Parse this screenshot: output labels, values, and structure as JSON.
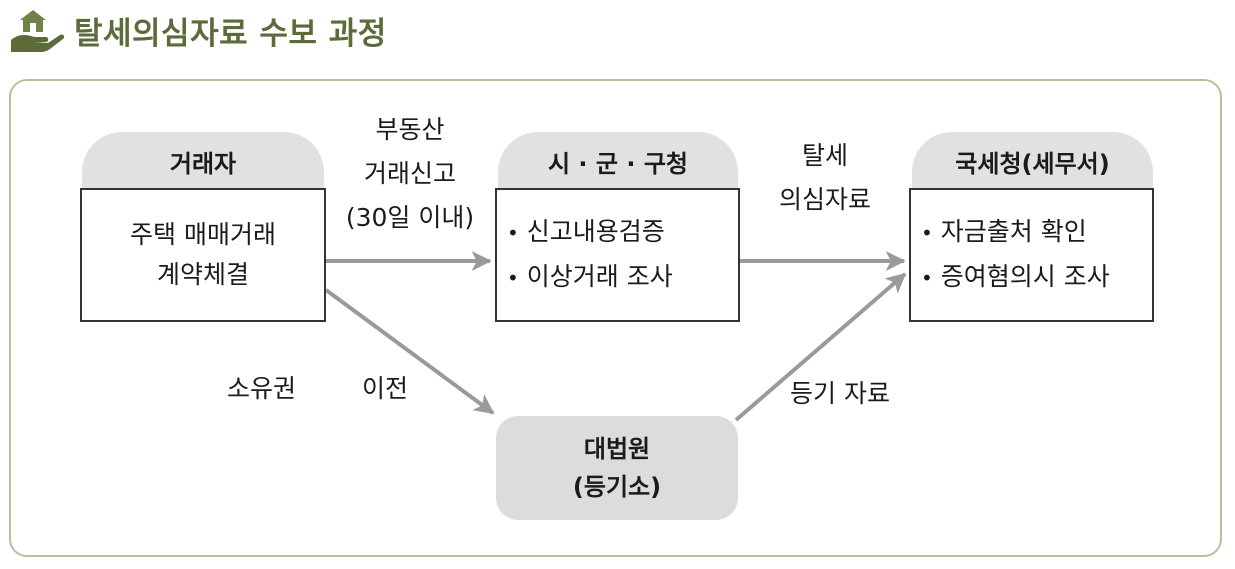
{
  "header": {
    "title": "탈세의심자료 수보 과정",
    "icon": "hand-holding-house-icon",
    "accent_color": "#5b6b3a"
  },
  "diagram": {
    "nodes": {
      "trader": {
        "title": "거래자",
        "lines": [
          "주택 매매거래",
          "계약체결"
        ]
      },
      "local_gov": {
        "title": "시 · 군 · 구청",
        "items": [
          "신고내용검증",
          "이상거래 조사"
        ]
      },
      "nts": {
        "title": "국세청(세무서)",
        "items": [
          "자금출처 확인",
          "증여혐의시 조사"
        ]
      },
      "court": {
        "lines": [
          "대법원",
          "(등기소)"
        ]
      }
    },
    "edges": {
      "trader_to_gov": [
        "부동산",
        "거래신고",
        "(30일 이내)"
      ],
      "gov_to_nts": [
        "탈세",
        "의심자료"
      ],
      "trader_to_court": [
        "소유권",
        "이전"
      ],
      "court_to_nts": [
        "등기 자료"
      ]
    },
    "colors": {
      "header_fill": "#e1e1e1",
      "arrow": "#9a9a9a",
      "frame_border": "#b9bf9a"
    }
  }
}
